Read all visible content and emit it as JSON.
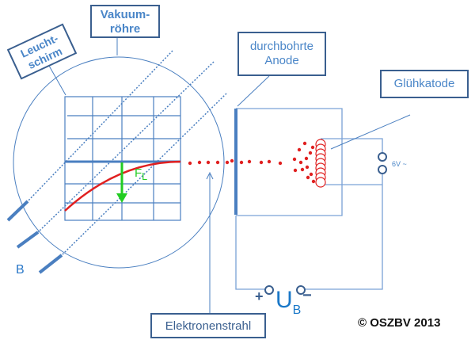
{
  "labels": {
    "screen": "Leucht-\nschirm",
    "tube": "Vakuum-\nröhre",
    "anode": "durchbohrte\nAnode",
    "cathode": "Glühkatode",
    "beam": "Elektronenstrahl",
    "field": "B",
    "force": "F",
    "force_sub": "L",
    "heater_voltage": "6V ~",
    "voltage": "U",
    "voltage_sub": "B",
    "plus": "+",
    "minus": "−",
    "copyright": "© OSZBV 2013"
  },
  "colors": {
    "line": "#4a7fc0",
    "beam": "#e02020",
    "force": "#22cc22",
    "text": "#4a86c8",
    "border": "#3a5f8f"
  }
}
